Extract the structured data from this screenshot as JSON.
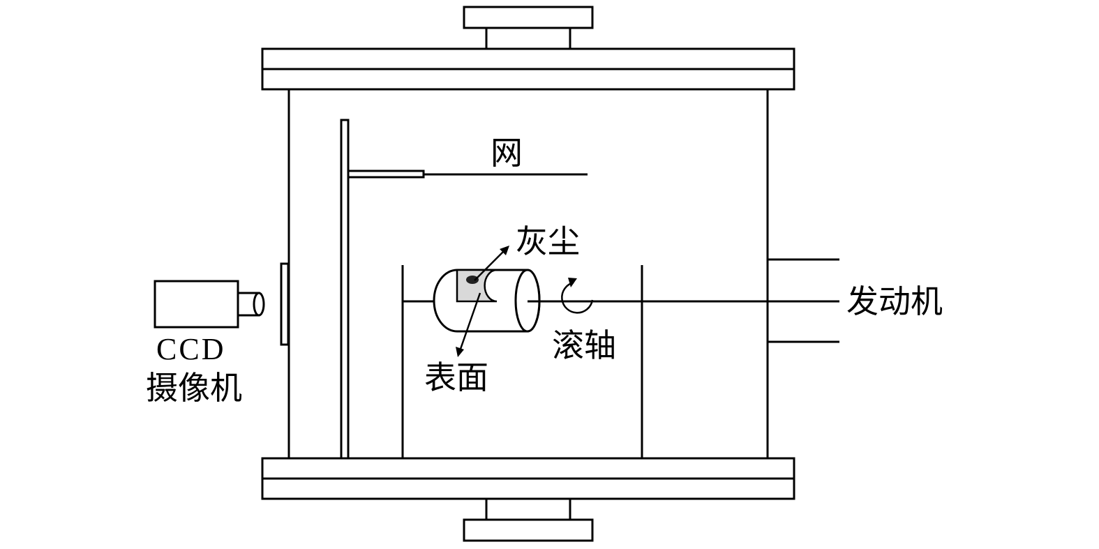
{
  "labels": {
    "mesh": "网",
    "dust": "灰尘",
    "surface": "表面",
    "roller": "滚轴",
    "motor": "发动机",
    "ccd_line1": "CCD",
    "ccd_line2": "摄像机"
  },
  "colors": {
    "line": "#000000",
    "surface_fill": "#d9d9d9",
    "background": "#ffffff"
  }
}
